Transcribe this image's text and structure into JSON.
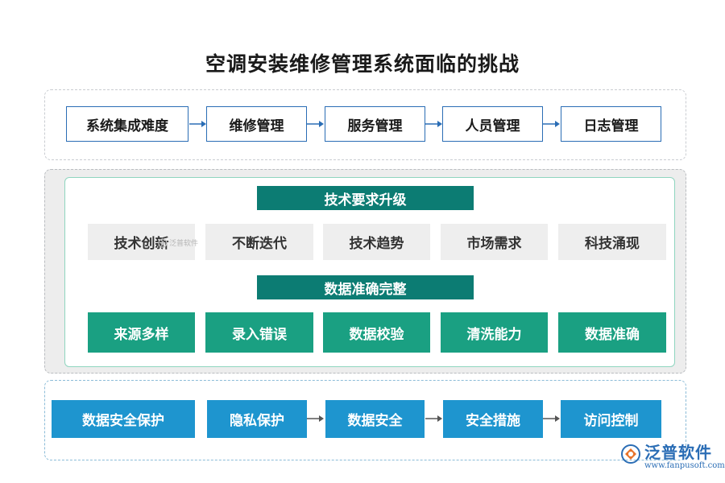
{
  "title": "空调安装维修管理系统面临的挑战",
  "row1": [
    "系统集成难度",
    "维修管理",
    "服务管理",
    "人员管理",
    "日志管理"
  ],
  "section2": {
    "banner1": "技术要求升级",
    "gray_items": [
      "技术创新",
      "不断迭代",
      "技术趋势",
      "市场需求",
      "科技涌现"
    ],
    "banner2": "数据准确完整",
    "green_items": [
      "来源多样",
      "录入错误",
      "数据校验",
      "清洗能力",
      "数据准确"
    ]
  },
  "row3": [
    "数据安全保护",
    "隐私保护",
    "数据安全",
    "安全措施",
    "访问控制"
  ],
  "watermark_small": "泛普软件",
  "logo": {
    "name": "泛普软件",
    "url": "www.fanpusoft.com"
  },
  "colors": {
    "outline_border": "#2a6db5",
    "banner": "#0c7c73",
    "green": "#1aa082",
    "blue": "#1e95cf",
    "gray": "#eeeeee"
  }
}
